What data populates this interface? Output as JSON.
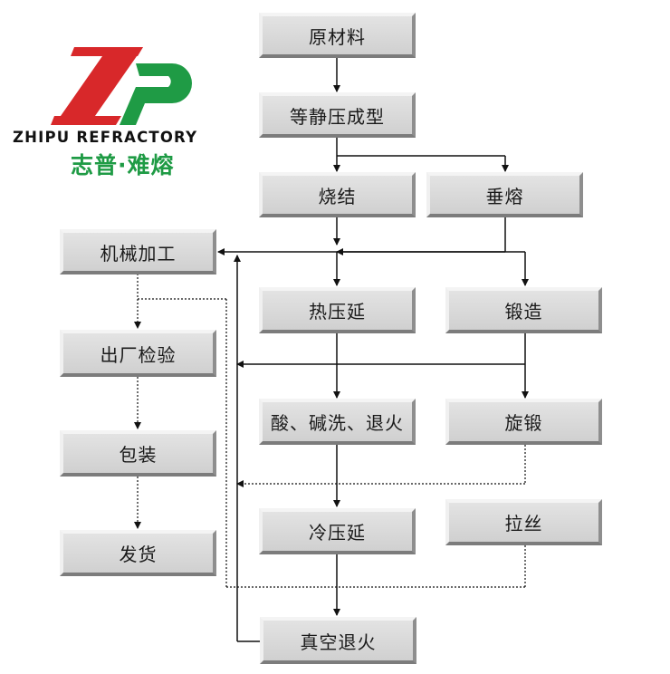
{
  "logo": {
    "brand_en": "ZHIPU REFRACTORY",
    "brand_cn": "志普·难熔",
    "colors": {
      "z": "#d8282a",
      "p": "#1f9b45"
    }
  },
  "nodes": {
    "raw": "原材料",
    "iso": "等静压成型",
    "sinter": "烧结",
    "melt": "垂熔",
    "machining": "机械加工",
    "hotroll": "热压延",
    "forge": "锻造",
    "inspect": "出厂检验",
    "acid": "酸、碱洗、退火",
    "swage": "旋锻",
    "pack": "包装",
    "coldroll": "冷压延",
    "draw": "拉丝",
    "ship": "发货",
    "vacuum": "真空退火"
  }
}
